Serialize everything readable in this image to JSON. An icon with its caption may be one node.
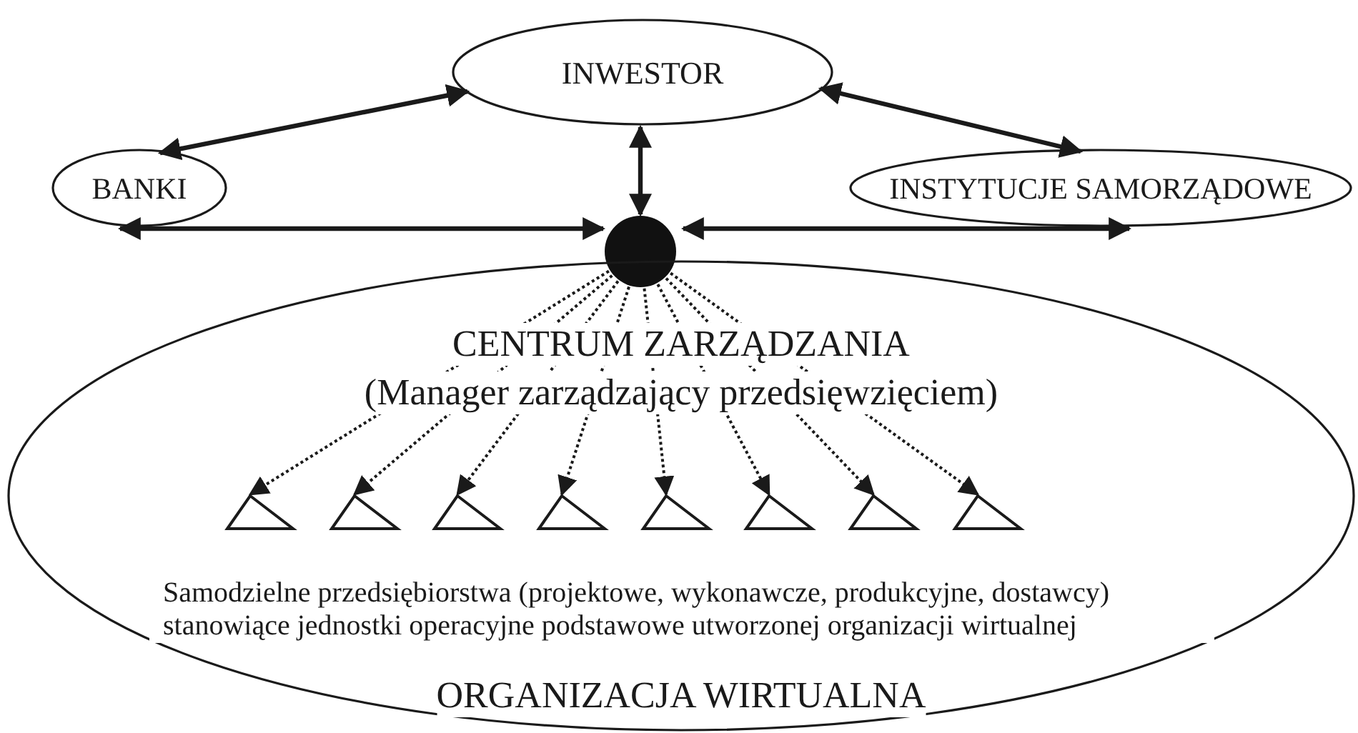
{
  "diagram": {
    "nodes": [
      {
        "text": [
          "INWESTOR"
        ]
      },
      {
        "text": [
          "BANKI"
        ]
      },
      {
        "text": [
          "INSTYTUCJE SAMORZĄDOWE"
        ]
      },
      {
        "text": [],
        "shape": "circle"
      },
      {
        "text": [
          "CENTRUM ZARZĄDZANIA",
          "(Manager zarządzający przedsięwzięciem)",
          "Samodzielne przedsiębiorstwa (projektowe, wykonawcze, produkcyjne, dostawcy) stanowiące jednostki operacyjne podstawowe utworzonej organizacji wirtualnej",
          "ORGANIZACJA WIRTUALNA"
        ]
      },
      {
        "text": [],
        "shape": "triangle",
        "in": 4
      },
      {
        "text": [],
        "shape": "triangle",
        "in": 4
      },
      {
        "text": [],
        "shape": "triangle",
        "in": 4
      },
      {
        "text": [],
        "shape": "triangle",
        "in": 4
      },
      {
        "text": [],
        "shape": "triangle",
        "in": 4
      },
      {
        "text": [],
        "shape": "triangle",
        "in": 4
      },
      {
        "text": [],
        "shape": "triangle",
        "in": 4
      },
      {
        "text": [],
        "shape": "triangle",
        "in": 4
      }
    ],
    "edges": [
      {
        "from": 0,
        "to": 1,
        "arrow": "both"
      },
      {
        "from": 0,
        "to": 3,
        "arrow": "both"
      },
      {
        "from": 0,
        "to": 2,
        "arrow": "both"
      },
      {
        "from": 1,
        "to": 3,
        "arrow": "both"
      },
      {
        "from": 3,
        "to": 2,
        "arrow": "both"
      },
      {
        "from": 3,
        "to": 5,
        "arrow": "to",
        "style": "dashed"
      },
      {
        "from": 3,
        "to": 6,
        "arrow": "to",
        "style": "dashed"
      },
      {
        "from": 3,
        "to": 7,
        "arrow": "to",
        "style": "dashed"
      },
      {
        "from": 3,
        "to": 8,
        "arrow": "to",
        "style": "dashed"
      },
      {
        "from": 3,
        "to": 9,
        "arrow": "to",
        "style": "dashed"
      },
      {
        "from": 3,
        "to": 10,
        "arrow": "to",
        "style": "dashed"
      },
      {
        "from": 3,
        "to": 11,
        "arrow": "to",
        "style": "dashed"
      },
      {
        "from": 3,
        "to": 12,
        "arrow": "to",
        "style": "dashed"
      }
    ]
  }
}
